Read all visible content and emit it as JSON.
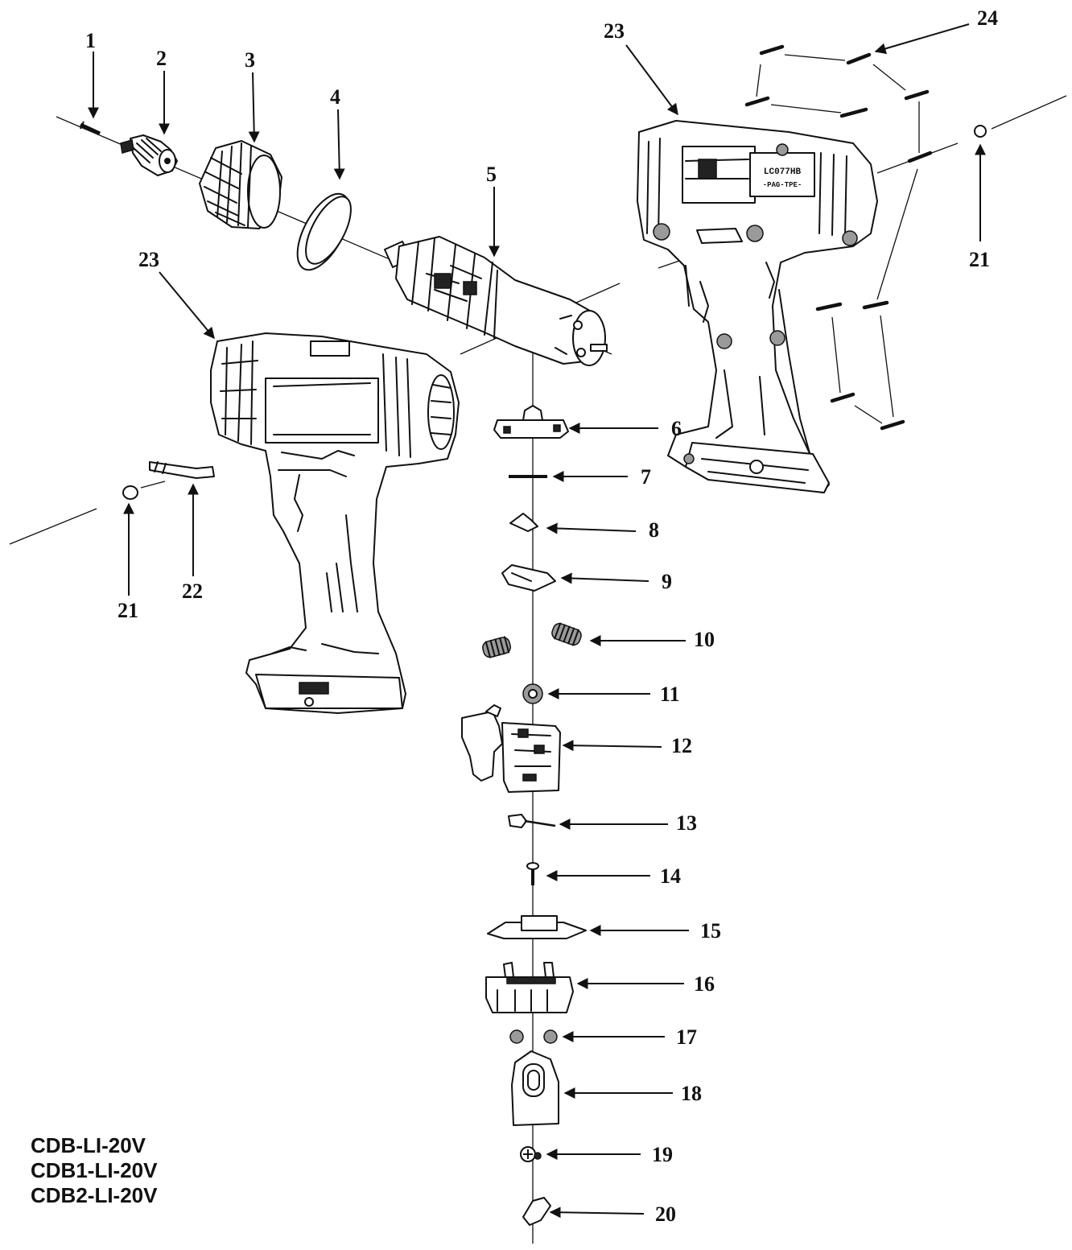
{
  "diagram": {
    "callouts": [
      "1",
      "2",
      "3",
      "4",
      "5",
      "6",
      "7",
      "8",
      "9",
      "10",
      "11",
      "12",
      "13",
      "14",
      "15",
      "16",
      "17",
      "18",
      "19",
      "20",
      "21",
      "21",
      "22",
      "23",
      "23",
      "24"
    ],
    "housing_label_line1": "LC077HB",
    "housing_label_line2": "-PAG-TPE-"
  },
  "models": [
    "CDB-LI-20V",
    "CDB1-LI-20V",
    "CDB2-LI-20V"
  ]
}
